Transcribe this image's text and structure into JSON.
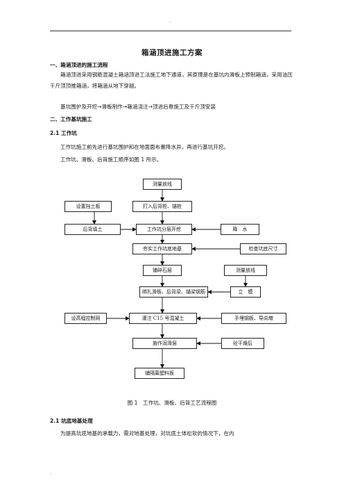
{
  "header": {
    "mark": "."
  },
  "doc": {
    "title": "箱涵顶进施工方案",
    "s1_heading": "一、箱涵顶进的施工流程",
    "s1_para1": "箱涵顶进采用钢筋混凝土箱涵顶进工法施工地下通道，其原理是在基坑内滑板上预制箱涵，采用油压千斤顶顶推箱涵，将箱涵从地下穿越。",
    "s1_para2": "基坑围护及开挖→滑板制作→箱涵浇注→顶进后靠施工及千斤顶安装",
    "s2_heading": "二、工作基坑施工",
    "s21_heading": "2.1 工作坑",
    "s21_para1": "工作坑施工前先进行基坑围护和在地面面布置降水井，再进行基坑开挖。",
    "s21_para2": "工作坑、滑板、后背施工顺序如图 1 所示。",
    "s22_heading": "2.1 坑底地基处理",
    "s22_para": "为提高坑底地基的承载力，需对地基处理，对坑底土体松软的情况下，在内"
  },
  "flowchart": {
    "survey_top": "测量放线",
    "retaining_plate": "设置挡土板",
    "drive_piles": "打入后背桩、锚桩",
    "backfill": "后背填土",
    "pit_excavation": "工作坑分层开挖",
    "dewatering": "降　水",
    "compact_base": "夯实工作坑底地基",
    "check_size": "检查坑底尺寸",
    "gravel": "铺碎石层",
    "survey_right": "测量放线",
    "rebar": "绑扎滑板、后背梁、锚梁钢筋",
    "formwork": "立　模",
    "elevation_grid": "设高程控制网",
    "pour_concrete": "灌注 C15 号混凝土",
    "guide_piers": "手埋钢板、导向墩",
    "lubricant": "施作润滑层",
    "drying": "砼干燥后",
    "isolation": "铺隔离塑料板"
  },
  "figure": {
    "caption": "图 1　工作坑、滑板、后背工艺流程图"
  },
  "footer": {
    "mark": "."
  }
}
